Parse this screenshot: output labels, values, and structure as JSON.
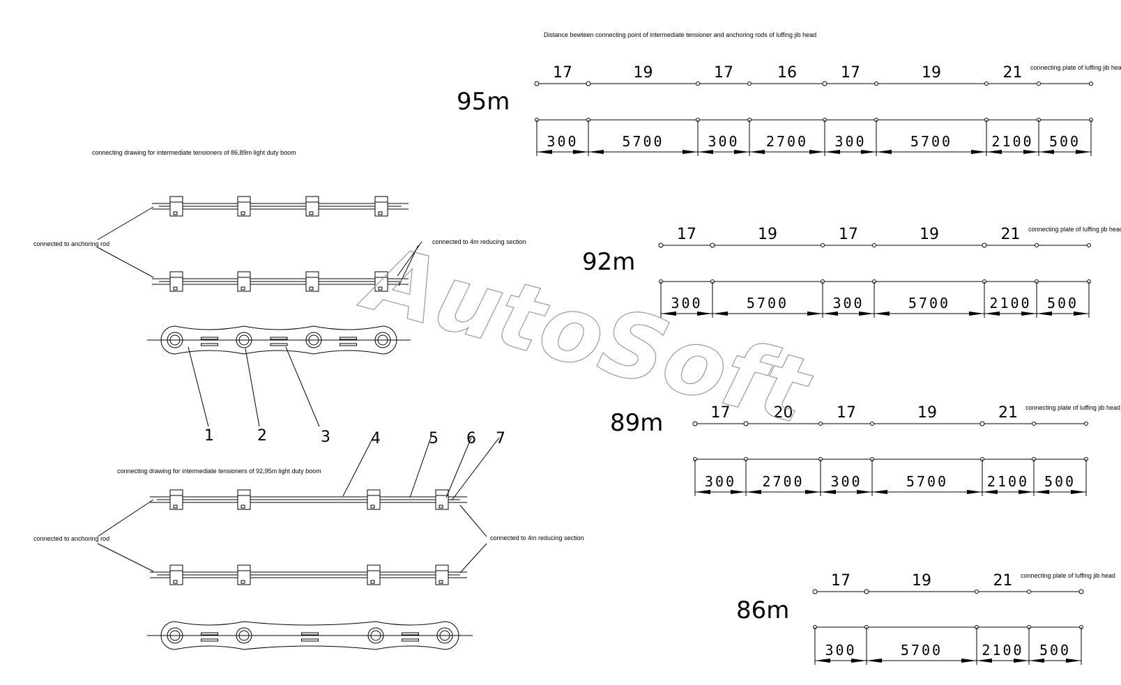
{
  "header_text": "Distance bewteen connecting point of intermediate tensioner and anchoring rods of luffing jib head",
  "plate_label": "connecting plate of luffing jib head",
  "watermark": "AutoSoft",
  "left": {
    "title_top": "connecting drawing for intermediate tensioners of 86,89m light duty boom",
    "title_bottom": "connecting drawing for intermediate tensioners of 92,95m light duty boom",
    "anchor_label": "connected to anchoring rod",
    "reduce_label": "connected to 4m reducing section",
    "part_numbers": [
      "1",
      "2",
      "3",
      "4",
      "5",
      "6",
      "7"
    ]
  },
  "schemes": [
    {
      "label": "95m",
      "counts": [
        "17",
        "19",
        "17",
        "16",
        "17",
        "19",
        "21"
      ],
      "dims": [
        "300",
        "5700",
        "300",
        "2700",
        "300",
        "5700",
        "2100",
        "500"
      ]
    },
    {
      "label": "92m",
      "counts": [
        "17",
        "19",
        "17",
        "19",
        "21"
      ],
      "dims": [
        "300",
        "5700",
        "300",
        "5700",
        "2100",
        "500"
      ]
    },
    {
      "label": "89m",
      "counts": [
        "17",
        "20",
        "17",
        "19",
        "21"
      ],
      "dims": [
        "300",
        "2700",
        "300",
        "5700",
        "2100",
        "500"
      ]
    },
    {
      "label": "86m",
      "counts": [
        "17",
        "19",
        "21"
      ],
      "dims": [
        "300",
        "5700",
        "2100",
        "500"
      ]
    }
  ]
}
